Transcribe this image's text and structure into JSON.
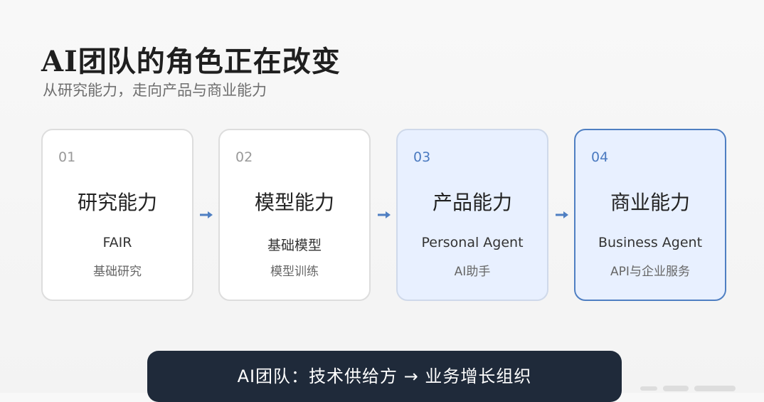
{
  "header": {
    "title": "AI团队的角色正在改变",
    "subtitle": "从研究能力，走向产品与商业能力"
  },
  "cards": [
    {
      "num": "01",
      "heading": "研究能力",
      "label": "FAIR",
      "desc": "基础研究"
    },
    {
      "num": "02",
      "heading": "模型能力",
      "label": "基础模型",
      "desc": "模型训练"
    },
    {
      "num": "03",
      "heading": "产品能力",
      "label": "Personal Agent",
      "desc": "AI助手"
    },
    {
      "num": "04",
      "heading": "商业能力",
      "label": "Business Agent",
      "desc": "API与企业服务"
    }
  ],
  "banner": {
    "text": "AI团队：技术供给方 → 业务增长组织"
  },
  "colors": {
    "accent": "#4f7fc2",
    "highlight_bg": "#e8f0ff",
    "banner_bg": "#1f2a3a"
  },
  "icons": {
    "arrow": "arrow-right-icon"
  }
}
